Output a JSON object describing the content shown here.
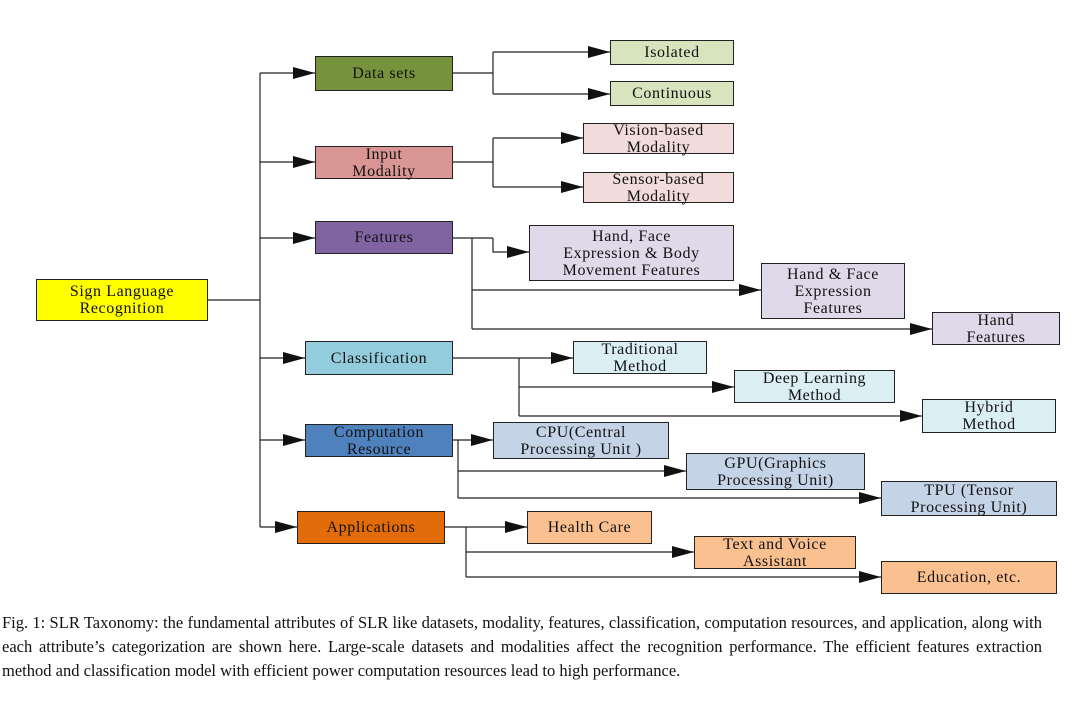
{
  "diagram": {
    "root": {
      "label": "Sign Language\nRecognition",
      "color": "#ffff00"
    },
    "categories": [
      {
        "id": "datasets",
        "label": "Data sets",
        "color": "#76923c",
        "children": [
          {
            "label": "Isolated",
            "color": "#d7e4bd"
          },
          {
            "label": "Continuous",
            "color": "#d7e4bd"
          }
        ]
      },
      {
        "id": "input-modality",
        "label": "Input\nModality",
        "color": "#d99694",
        "children": [
          {
            "label": "Vision-based\nModality",
            "color": "#f2dcdb"
          },
          {
            "label": "Sensor-based\nModality",
            "color": "#f2dcdb"
          }
        ]
      },
      {
        "id": "features",
        "label": "Features",
        "color": "#8064a2",
        "children": [
          {
            "label": "Hand, Face\nExpression & Body\nMovement Features",
            "color": "#e0d9ea"
          },
          {
            "label": "Hand & Face\nExpression\nFeatures",
            "color": "#e0d9ea"
          },
          {
            "label": "Hand\nFeatures",
            "color": "#e0d9ea"
          }
        ]
      },
      {
        "id": "classification",
        "label": "Classification",
        "color": "#93cddd",
        "children": [
          {
            "label": "Traditional\nMethod",
            "color": "#dbeef4"
          },
          {
            "label": "Deep Learning\nMethod",
            "color": "#dbeef4"
          },
          {
            "label": "Hybrid\nMethod",
            "color": "#dbeef4"
          }
        ]
      },
      {
        "id": "computation",
        "label": "Computation\nResource",
        "color": "#4f81bd",
        "children": [
          {
            "label": "CPU(Central\nProcessing Unit )",
            "color": "#c5d3e6"
          },
          {
            "label": "GPU(Graphics\nProcessing Unit)",
            "color": "#c5d3e6"
          },
          {
            "label": "TPU (Tensor\nProcessing Unit)",
            "color": "#c5d3e6"
          }
        ]
      },
      {
        "id": "applications",
        "label": "Applications",
        "color": "#e36c0a",
        "children": [
          {
            "label": "Health Care",
            "color": "#fac090"
          },
          {
            "label": "Text and Voice\nAssistant",
            "color": "#fac090"
          },
          {
            "label": "Education, etc.",
            "color": "#fac090"
          }
        ]
      }
    ]
  },
  "caption": "Fig. 1: SLR Taxonomy: the fundamental attributes of SLR like datasets, modality, features, classification, computation resources, and application, along with each attribute’s categorization are shown here. Large-scale datasets and modalities affect the recognition performance. The efficient features extraction method and classification model with efficient power computation resources lead to high performance."
}
